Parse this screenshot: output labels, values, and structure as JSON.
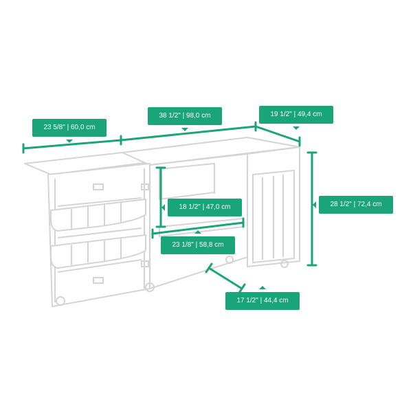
{
  "colors": {
    "accent": "#1aa579",
    "linework": "#d4d4d4",
    "label_text": "#ffffff"
  },
  "dimensions": {
    "left_depth": {
      "imperial": "23 5/8\"",
      "metric": "60,0 cm",
      "separator": "|"
    },
    "total_width": {
      "imperial": "38 1/2\"",
      "metric": "98,0 cm",
      "separator": "|"
    },
    "right_depth": {
      "imperial": "19 1/2\"",
      "metric": "49,4 cm",
      "separator": "|"
    },
    "height": {
      "imperial": "28 1/2\"",
      "metric": "72,4 cm",
      "separator": "|"
    },
    "interior_height": {
      "imperial": "18 1/2\"",
      "metric": "47,0 cm",
      "separator": "|"
    },
    "interior_width": {
      "imperial": "23 1/8\"",
      "metric": "58,8 cm",
      "separator": "|"
    },
    "base_depth": {
      "imperial": "17 1/2\"",
      "metric": "44,4 cm",
      "separator": "|"
    }
  }
}
